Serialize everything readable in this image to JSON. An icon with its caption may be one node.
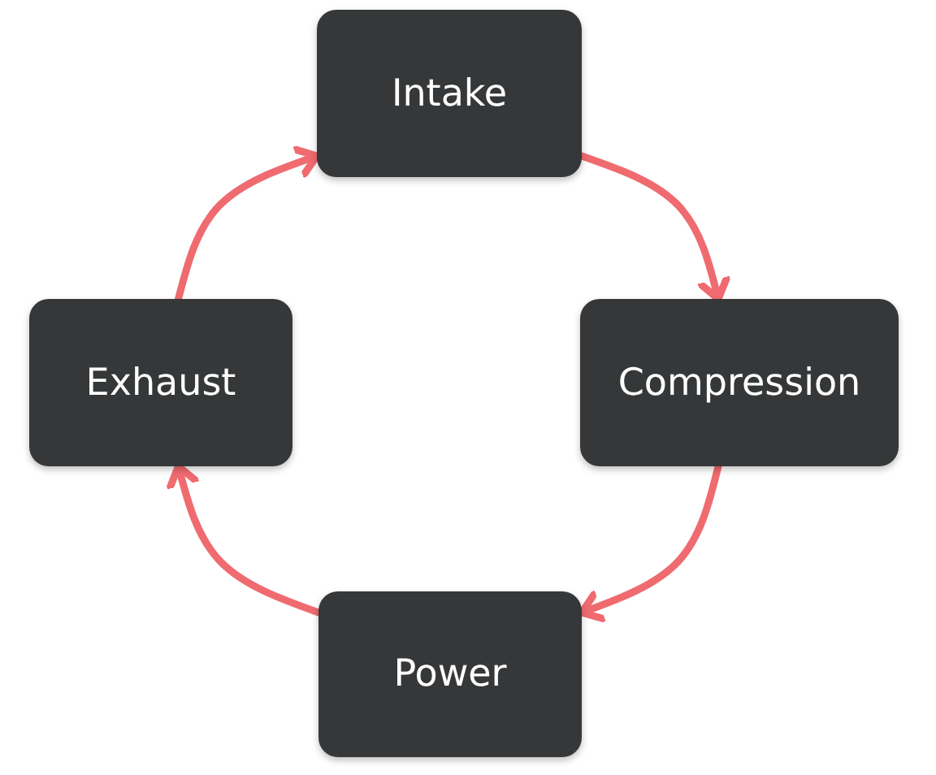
{
  "diagram": {
    "nodes": [
      {
        "text": [
          "Intake"
        ]
      },
      {
        "text": [
          "Compression"
        ]
      },
      {
        "text": [
          "Power"
        ]
      },
      {
        "text": [
          "Exhaust"
        ]
      }
    ],
    "edges": [
      {
        "from": 0,
        "to": 1,
        "arrow": "to"
      },
      {
        "from": 1,
        "to": 2,
        "arrow": "to"
      },
      {
        "from": 2,
        "to": 3,
        "arrow": "to"
      },
      {
        "from": 3,
        "to": 0,
        "arrow": "to"
      }
    ]
  }
}
